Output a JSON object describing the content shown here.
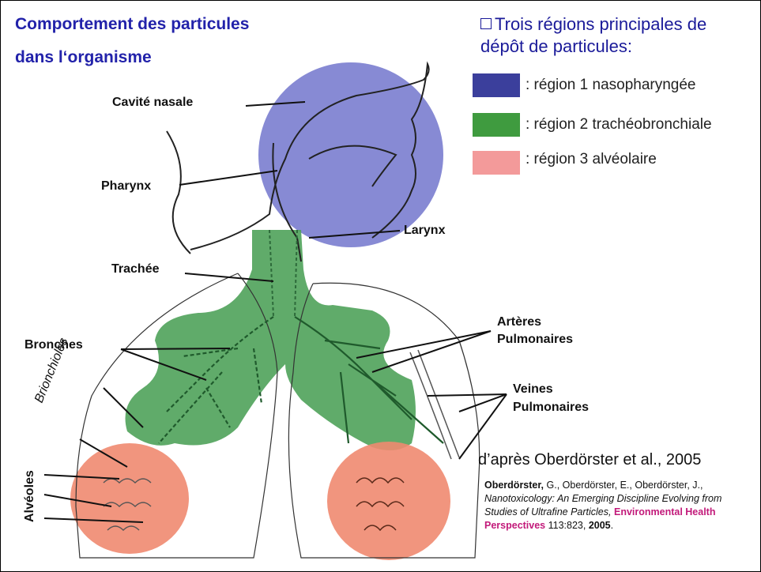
{
  "title": {
    "line1": "Comportement des particules",
    "line2": "dans l‘organisme"
  },
  "header": {
    "line1": "Trois régions principales de",
    "line2": "dépôt de particules:"
  },
  "legend": [
    {
      "color": "#3b3f9c",
      "label": ": région 1 nasopharyngée"
    },
    {
      "color": "#3f9b3f",
      "label": ": région 2 trachéobronchiale"
    },
    {
      "color": "#f39a9a",
      "label": ": région 3 alvéolaire"
    }
  ],
  "labels": {
    "cavite": "Cavité nasale",
    "pharynx": "Pharynx",
    "larynx": "Larynx",
    "trachee": "Trachée",
    "bronches": "Bronches",
    "bronchioles": "Brionchioles",
    "alveoles": "Alvéoles",
    "arteres1": "Artères",
    "arteres2": "Pulmonaires",
    "veines1": "Veines",
    "veines2": "Pulmonaires"
  },
  "citation": {
    "main": "d’après Oberdörster et al., 2005",
    "author_bold": "Oberdörster,",
    "authors_rest": " G., Oberdörster, E., Oberdörster, J., ",
    "title_italic": "Nanotoxicology: An Emerging Discipline Evolving from Studies of Ultrafine Particles,",
    "journal": "Environmental Health Perspectives",
    "volume": " 113:823,",
    "year": "2005",
    "year_suffix": "."
  },
  "region_colors": {
    "nasopharyngeal": "#6f72cc",
    "tracheobronchial": "#5fb36a",
    "alveolar": "#f08a70"
  }
}
